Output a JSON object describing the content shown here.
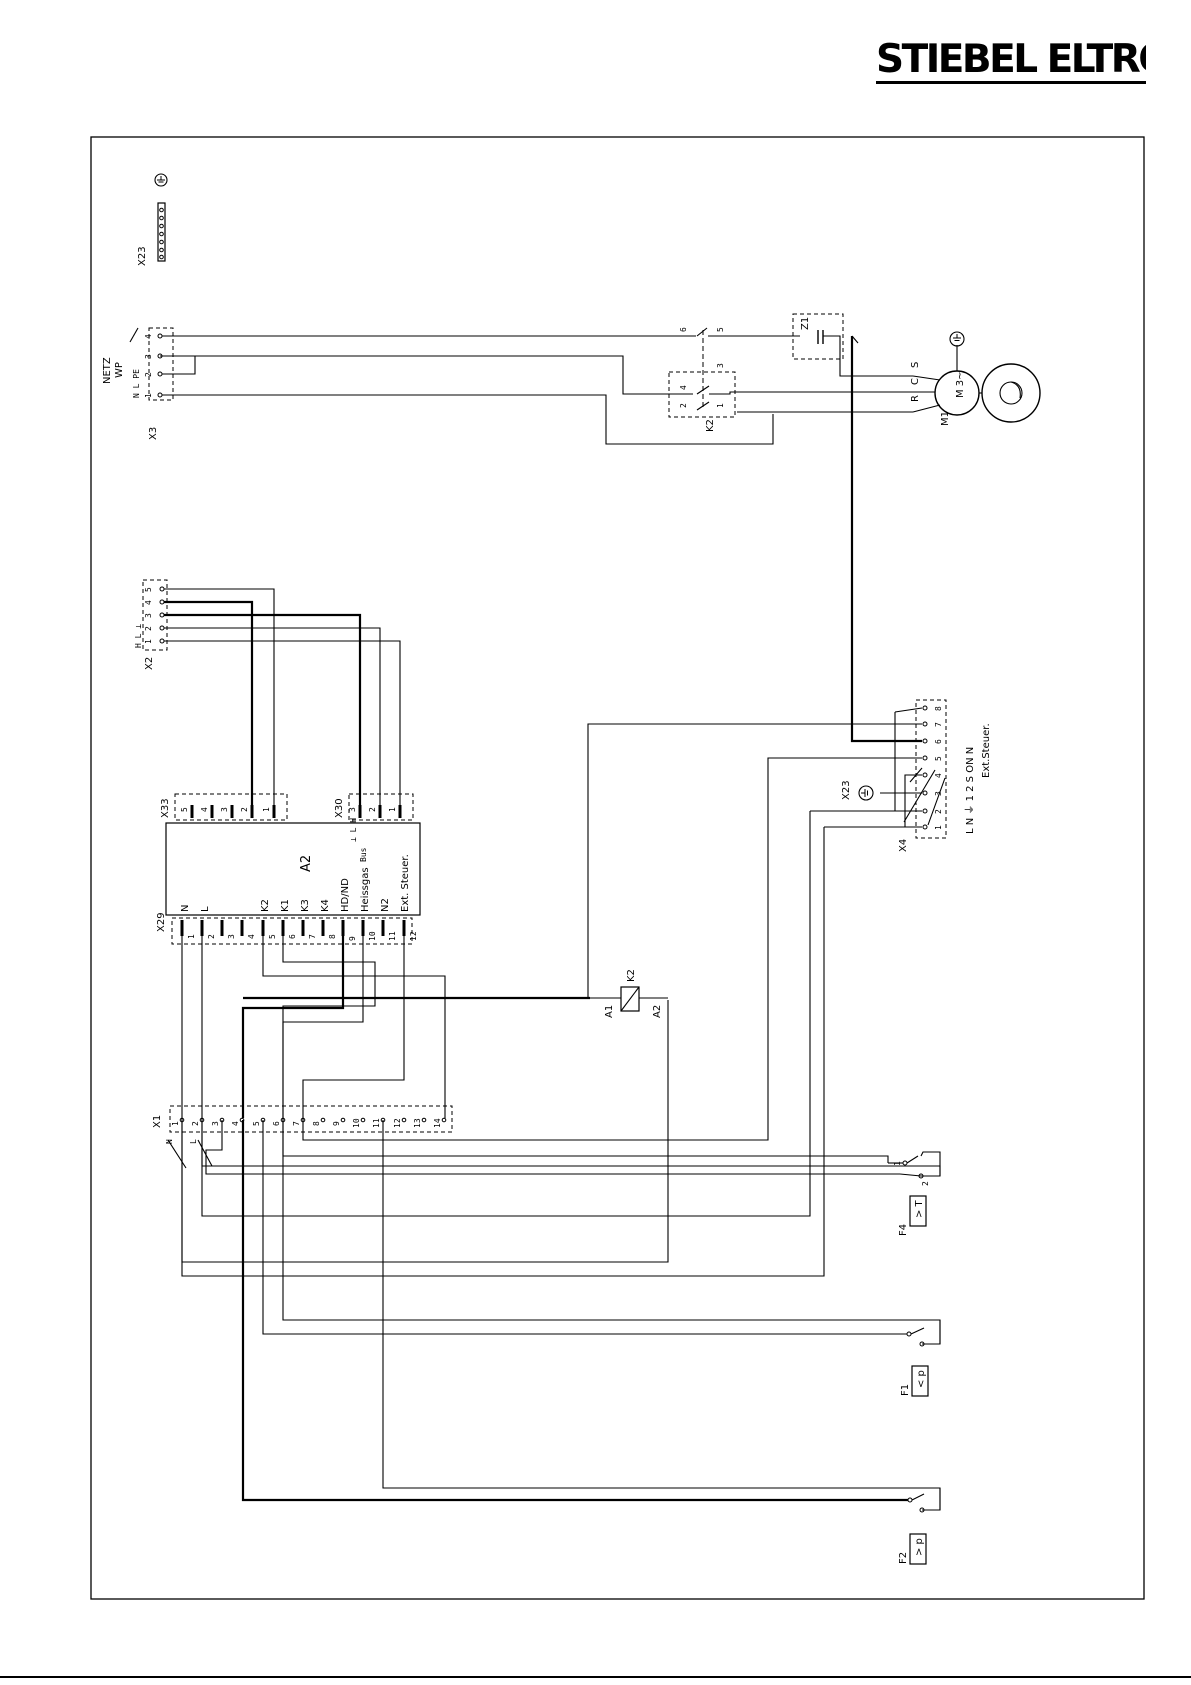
{
  "brand": {
    "logo": "STIEBEL ELTRON"
  },
  "labels": {
    "x23_top": "X23",
    "x3": "X3",
    "netz": "NETZ",
    "wp": "WP",
    "x3_terms": "N L PE",
    "x2": "X2",
    "x2_terms": "H L ⊥",
    "x33": "X33",
    "x30": "X30",
    "x30_terms": "⊥ L H",
    "bus": "Bus",
    "x29": "X29",
    "a2": "A2",
    "a2_n": "N",
    "a2_l": "L",
    "a2_k2": "K2",
    "a2_k1": "K1",
    "a2_k3": "K3",
    "a2_k4": "K4",
    "a2_hdnd": "HD/ND",
    "a2_heissgas": "Heissgas",
    "a2_n2": "N2",
    "a2_extsteuer": "Ext. Steuer.",
    "x1": "X1",
    "x1_n": "N",
    "x1_l": "L",
    "k2_contactor": "K2",
    "k2_coil": "K2",
    "a1": "A1",
    "a2_coil": "A2",
    "z1": "Z1",
    "m1": "M1",
    "motor": "M 3~",
    "motor_c": "C",
    "motor_r": "R",
    "motor_s": "S",
    "x4": "X4",
    "x23_mid": "X23",
    "x4_terms": "L N ⏚ 1 2 S ON N",
    "x4_ext": "Ext.Steuer.",
    "f4": "F4",
    "f4_sym": "> T",
    "f1": "F1",
    "f1_sym": "< p",
    "f2": "F2",
    "f2_sym": "> p"
  },
  "pins": {
    "x3": [
      "1",
      "2",
      "3",
      "4"
    ],
    "x2": [
      "1",
      "2",
      "3",
      "4",
      "5"
    ],
    "x33": [
      "1",
      "2",
      "3",
      "4",
      "5"
    ],
    "x30": [
      "1",
      "2",
      "3"
    ],
    "x29": [
      "1",
      "2",
      "3",
      "4",
      "5",
      "6",
      "7",
      "8",
      "9",
      "10",
      "11",
      "12"
    ],
    "x1": [
      "1",
      "2",
      "3",
      "4",
      "5",
      "6",
      "7",
      "8",
      "9",
      "10",
      "11",
      "12",
      "13",
      "14"
    ],
    "x4": [
      "1",
      "2",
      "3",
      "4",
      "5",
      "6",
      "7",
      "8"
    ],
    "k2_contacts": [
      "1",
      "2",
      "3",
      "4",
      "5",
      "6"
    ],
    "switch": [
      "1",
      "2"
    ]
  }
}
